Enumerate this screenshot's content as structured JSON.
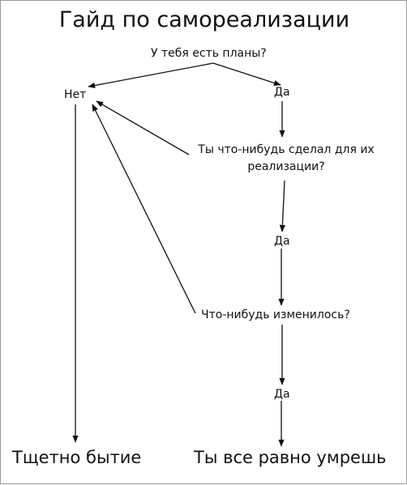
{
  "title": "Гайд по самореализации",
  "nodes": {
    "q_plans": "У тебя есть планы?",
    "no": "Нет",
    "yes_1": "Да",
    "q_did_line1": "Ты что-нибудь сделал для их",
    "q_did_line2": "реализации?",
    "yes_2": "Да",
    "q_changed": "Что-нибудь изменилось?",
    "yes_3": "Да",
    "end_vain": "Тщетно бытие",
    "end_die": "Ты все равно умрешь"
  },
  "colors": {
    "background": "#ffffff",
    "ink": "#111111",
    "frame": "#9a9a9a"
  }
}
